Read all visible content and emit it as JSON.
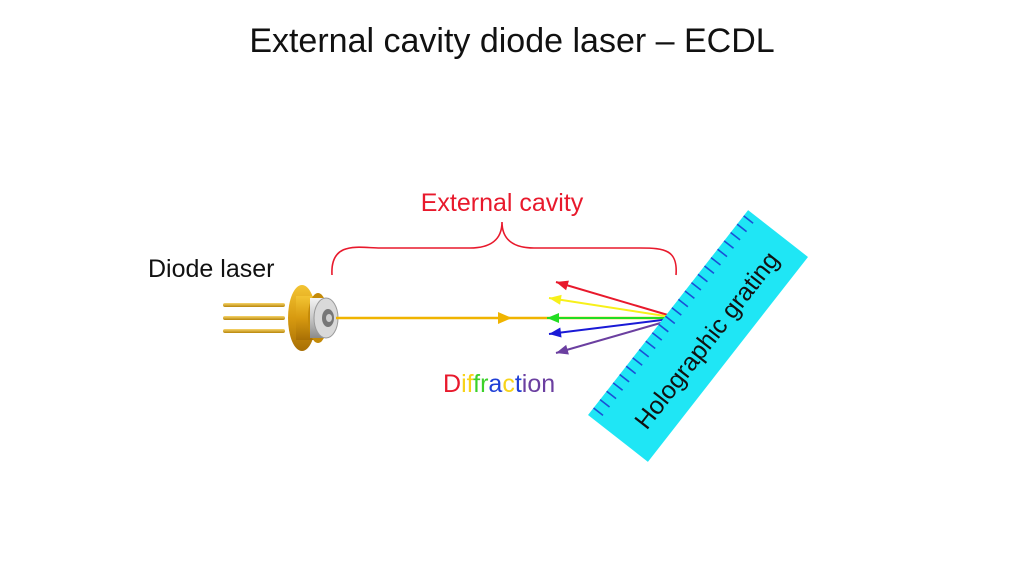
{
  "title": "External cavity diode laser – ECDL",
  "labels": {
    "diode_laser": "Diode laser",
    "external_cavity": "External cavity",
    "grating": "Holographic grating"
  },
  "diffraction": {
    "letters": [
      {
        "ch": "D",
        "color": "#e8192c"
      },
      {
        "ch": "i",
        "color": "#f7d31a"
      },
      {
        "ch": "f",
        "color": "#f7d31a"
      },
      {
        "ch": "f",
        "color": "#3bd12a"
      },
      {
        "ch": "r",
        "color": "#3bd12a"
      },
      {
        "ch": "a",
        "color": "#1f3fd6"
      },
      {
        "ch": "c",
        "color": "#f7d31a"
      },
      {
        "ch": "t",
        "color": "#1f3fd6"
      },
      {
        "ch": "i",
        "color": "#6b3fa0"
      },
      {
        "ch": "o",
        "color": "#6b3fa0"
      },
      {
        "ch": "n",
        "color": "#6b3fa0"
      }
    ]
  },
  "colors": {
    "beam": "#f0b400",
    "cavity": "#e8192c",
    "grating_fill": "#1fe6f5",
    "grating_ticks": "#1a4fd6",
    "rays": [
      "#e8192c",
      "#f7f01a",
      "#22dd22",
      "#1a1ad6",
      "#6b3fa0"
    ]
  }
}
